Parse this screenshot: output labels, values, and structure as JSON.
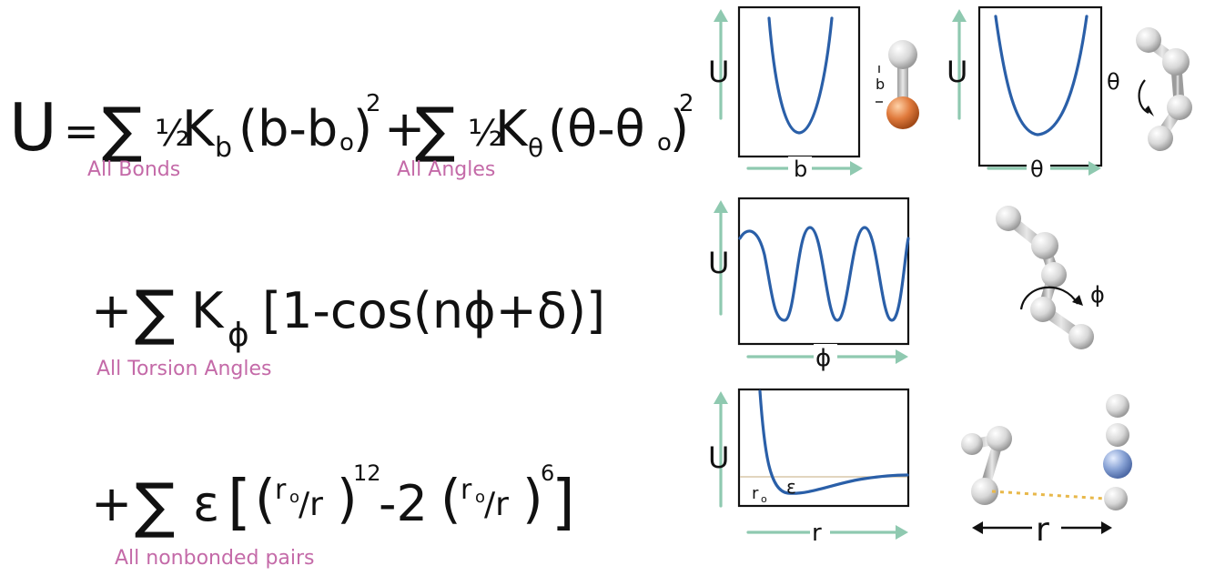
{
  "equation": {
    "lhs": "U",
    "equals": "=",
    "sum": "∑",
    "half": "½",
    "term1": {
      "k": "K",
      "k_sub": "b",
      "body": "(b-b",
      "zero": "o",
      "close": ")",
      "power": "2",
      "label": "All Bonds"
    },
    "plus": "+",
    "term2": {
      "k": "K",
      "k_sub": "θ",
      "body": "(θ-θ",
      "zero": "o",
      "close": ")",
      "power": "2",
      "label": "All Angles"
    },
    "term3": {
      "k": "K",
      "k_sub": "ϕ",
      "body": "[1-cos(nϕ+δ)]",
      "label": "All Torsion Angles"
    },
    "term4": {
      "eps": "ε",
      "open": "[",
      "p1": "(",
      "r0a": "r",
      "r0a_sub": "o",
      "slash_a": "/r",
      "p1close": ")",
      "pow12": "12",
      "minus2": "-2",
      "p2": "(",
      "r0b": "r",
      "r0b_sub": "o",
      "slash_b": "/r",
      "p2close": ")",
      "pow6": "6",
      "close": "]",
      "label": "All nonbonded pairs"
    }
  },
  "plots": {
    "bond": {
      "ylabel": "U",
      "xlabel": "b",
      "mol_label": "b"
    },
    "angle": {
      "ylabel": "U",
      "xlabel": "θ",
      "mol_label": "θ"
    },
    "torsion": {
      "ylabel": "U",
      "xlabel": "ϕ",
      "mol_label": "ϕ"
    },
    "lj": {
      "ylabel": "U",
      "xlabel": "r",
      "r0": "r",
      "r0_sub": "o",
      "eps": "ε",
      "mol_label": "r"
    }
  },
  "colors": {
    "curve": "#2a5fa8",
    "axis_arrow": "#8fc9b0",
    "label": "#c46aa8",
    "oxygen": "#e07a3c",
    "nitrogen": "#8aa4d6",
    "bond_dash": "#e8b84a"
  }
}
